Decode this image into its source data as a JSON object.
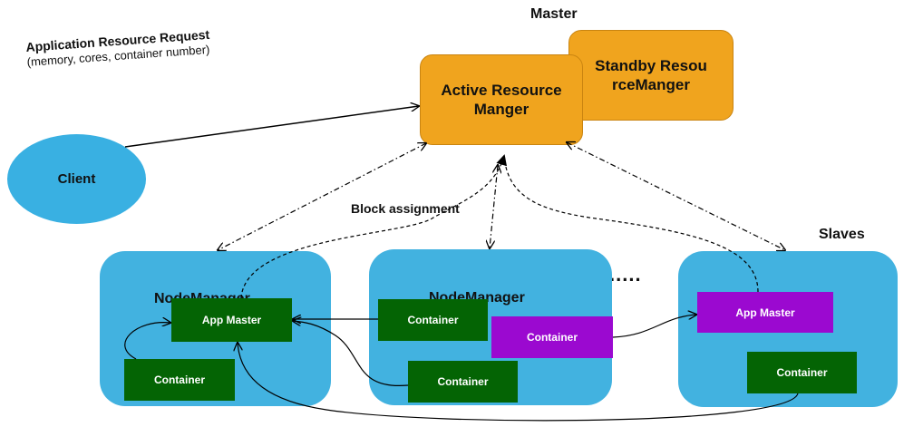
{
  "master_label": "Master",
  "slaves_label": "Slaves",
  "request": {
    "title": "Application Resource Request",
    "subtitle": "(memory, cores, container number)"
  },
  "client_label": "Client",
  "active_rm_label": "Active ResourceManger",
  "standby_rm_label": "Standby ResourceManger",
  "block_assignment_label": "Block assignment",
  "ellipsis": ".....",
  "node1": {
    "title": "NodeManager",
    "app_master": "App Master",
    "container": "Container"
  },
  "node2": {
    "title": "NodeManager",
    "container_a": "Container",
    "container_b": "Container",
    "container_c": "Container"
  },
  "node3": {
    "title": "NodeManager",
    "app_master": "App Master",
    "container": "Container"
  },
  "colors": {
    "node_blue": "#42b2e0",
    "client_blue": "#39b0e2",
    "resource_manager_orange": "#f0a41e",
    "container_green": "#046404",
    "app_master_purple": "#9b09d0"
  }
}
